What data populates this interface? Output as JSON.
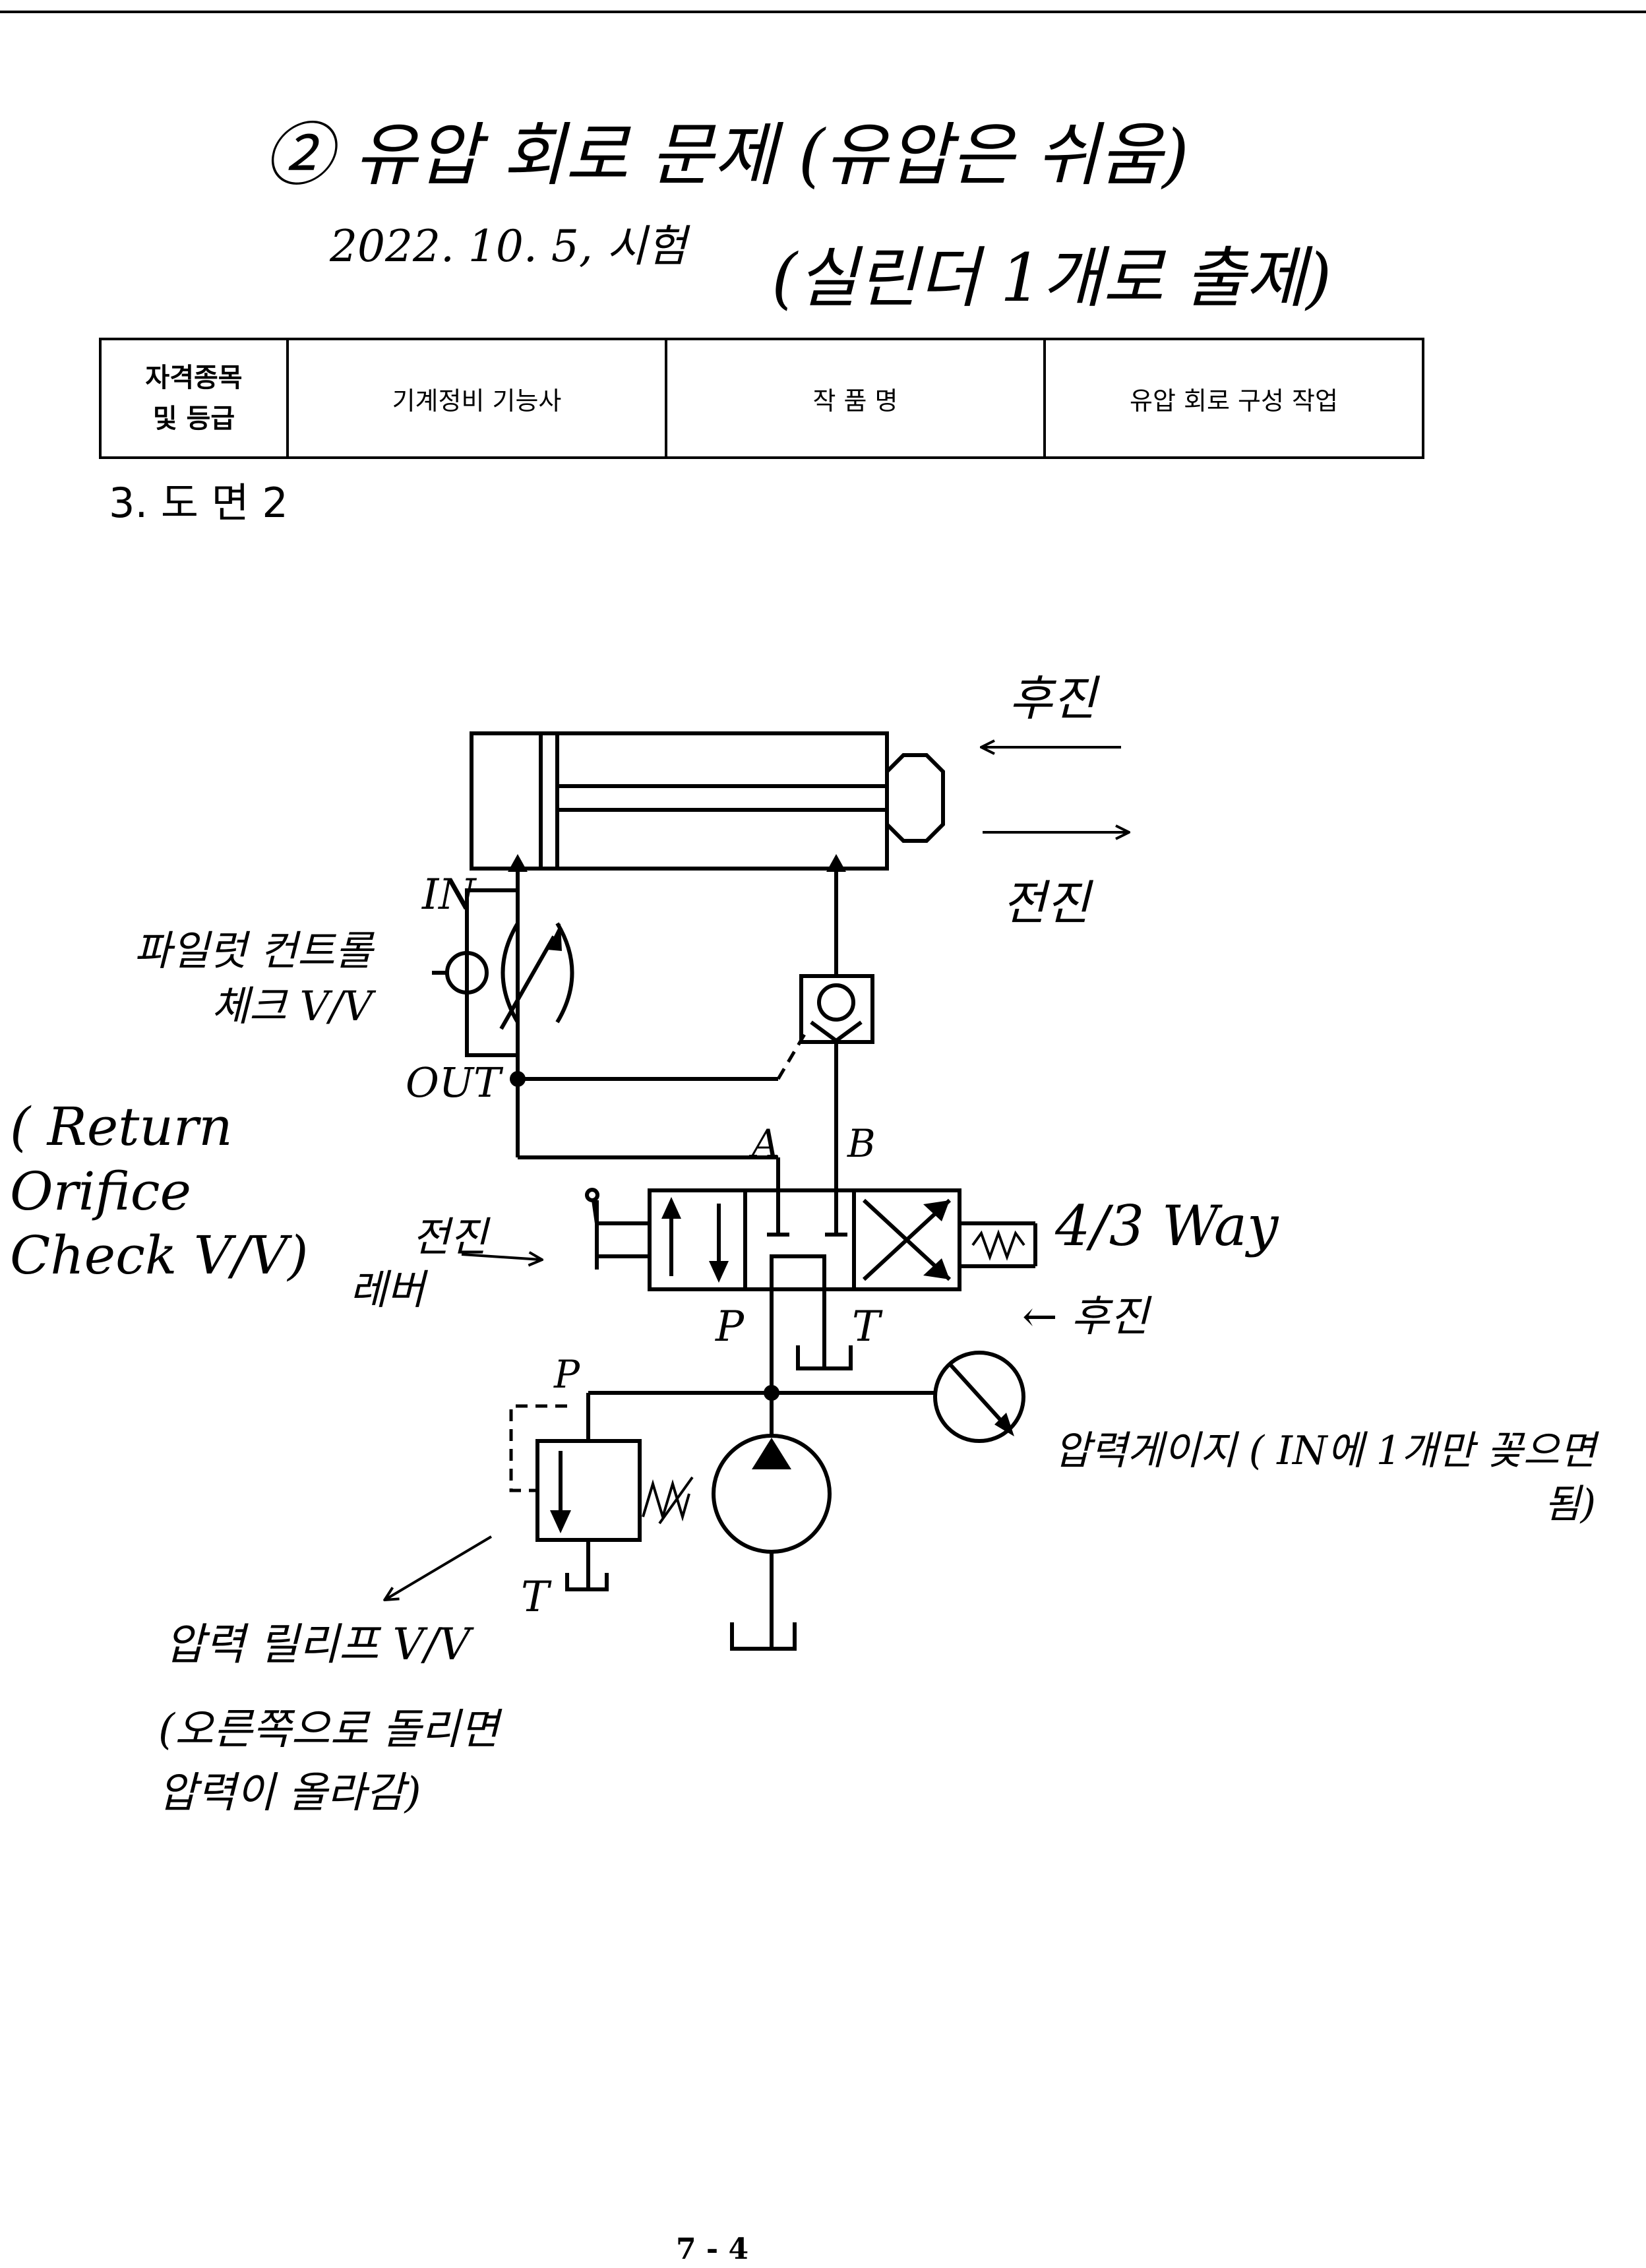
{
  "header": {
    "title": "② 유압 회로 문제 (유압은 쉬움)",
    "subtitle_date": "2022. 10. 5, 시험",
    "subtitle_note": "(실린더 1개로 출제)"
  },
  "info_table": {
    "qualification_label": "자격종목\n및 등급",
    "qualification_value": "기계정비 기능사",
    "work_name_label": "작 품 명",
    "work_name_value": "유압 회로 구성 작업"
  },
  "section_heading": "3. 도  면 2",
  "diagram_labels": {
    "retract_top": "후진",
    "advance_top": "전진",
    "port_in": "IN",
    "port_out": "OUT",
    "pilot_check_valve": "파일럿 컨트롤\n체크 V/V",
    "return_orifice_note": "( Return\nOrifice\nCheck V/V)",
    "port_a": "A",
    "port_b": "B",
    "lever_advance": "전진",
    "lever": "레버",
    "valve_4_3": "4/3 Way",
    "retract_right": "← 후진",
    "port_p_valve": "P",
    "port_t_valve": "T",
    "port_p_relief": "P",
    "port_t_relief": "T",
    "pressure_gauge": "압력게이지 ( IN에 1개만 꽂으면\n됨)",
    "relief_valve": "압력 릴리프 V/V",
    "relief_note": "(오른쪽으로 돌리면\n압력이 올라감)"
  },
  "footer": {
    "page_number": "7 - 4"
  }
}
